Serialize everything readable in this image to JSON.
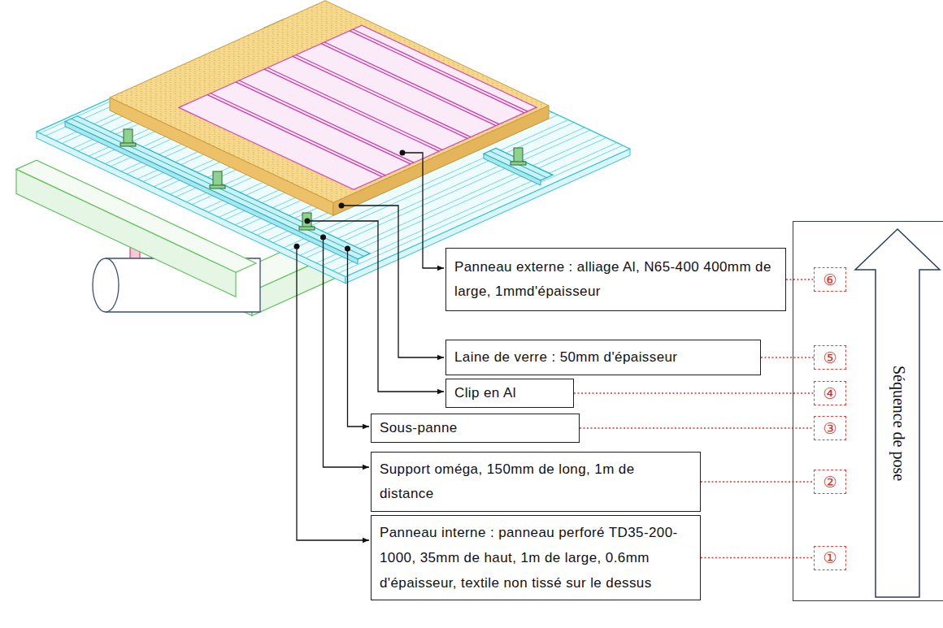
{
  "diagram": {
    "nodes": [
      {
        "text": [
          "Panneau externe : alliage Al, N65-400 400mm de large, 1mmd'épaisseur"
        ]
      },
      {
        "text": [
          "Laine de verre : 50mm d'épaisseur"
        ]
      },
      {
        "text": [
          "Clip en Al"
        ]
      },
      {
        "text": [
          "Sous-panne"
        ]
      },
      {
        "text": [
          "Support oméga, 150mm de long, 1m de distance"
        ]
      },
      {
        "text": [
          "Panneau interne : panneau perforé TD35-200-1000, 35mm de haut, 1m de large, 0.6mm d'épaisseur, textile non tissé sur le dessus"
        ]
      },
      {
        "text": [
          "Séquence de pose"
        ]
      },
      {
        "text": [
          "⑥"
        ],
        "in": 6
      },
      {
        "text": [
          "⑤"
        ],
        "in": 6
      },
      {
        "text": [
          "④"
        ],
        "in": 6
      },
      {
        "text": [
          "③"
        ],
        "in": 6
      },
      {
        "text": [
          "②"
        ],
        "in": 6
      },
      {
        "text": [
          "①"
        ],
        "in": 6
      }
    ],
    "edges": [
      {
        "from": 0,
        "to": 7,
        "arrow": "none"
      },
      {
        "from": 1,
        "to": 8,
        "arrow": "none"
      },
      {
        "from": 2,
        "to": 9,
        "arrow": "none"
      },
      {
        "from": 3,
        "to": 10,
        "arrow": "none"
      },
      {
        "from": 4,
        "to": 11,
        "arrow": "none"
      },
      {
        "from": 5,
        "to": 12,
        "arrow": "none"
      }
    ]
  }
}
